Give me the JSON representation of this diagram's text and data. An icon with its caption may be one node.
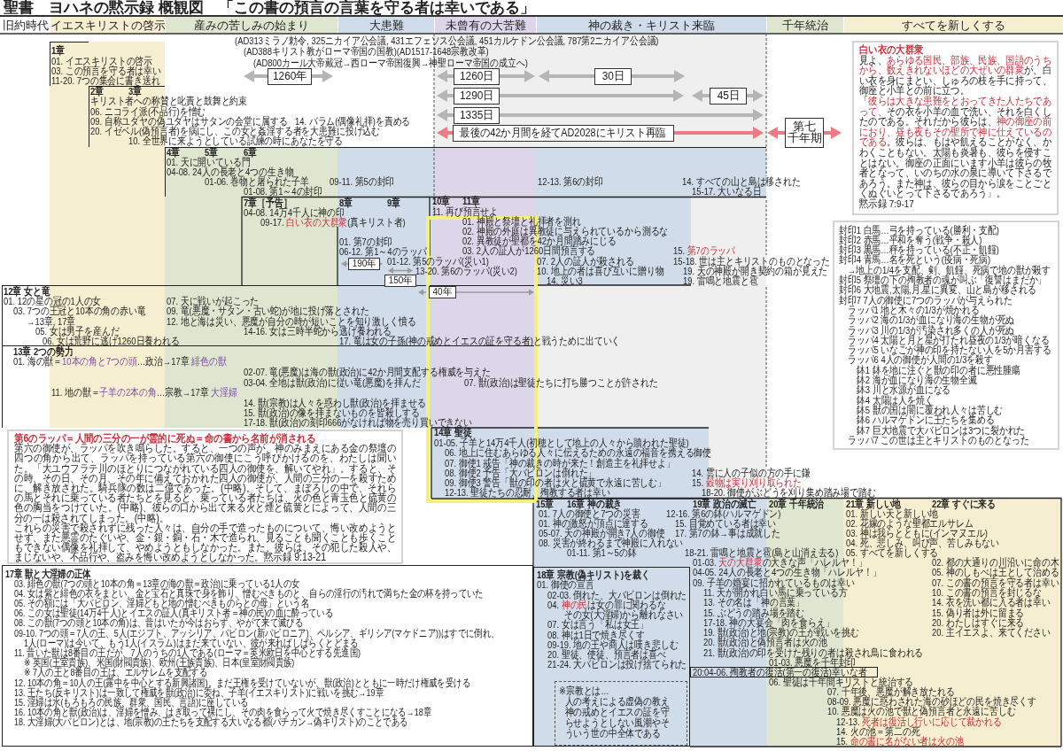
{
  "diagram": {
    "title": "聖書　ヨハネの黙示録 概観図　「この書の預言の言葉を守る者は幸いである」",
    "nodes": [
      {
        "text": [
          "旧約時代"
        ]
      },
      {
        "text": [
          "イエスキリストの啓示"
        ]
      },
      {
        "text": [
          "産みの苦しみの始まり"
        ]
      },
      {
        "text": [
          "大患難"
        ]
      },
      {
        "text": [
          "未曾有の大苦難"
        ]
      },
      {
        "text": [
          "神の裁き・キリスト来臨"
        ]
      },
      {
        "text": [
          "千年統治"
        ]
      },
      {
        "text": [
          "すべてを新しくする"
        ]
      },
      {
        "text": [
          "1260年"
        ]
      },
      {
        "text": [
          "1260日"
        ]
      },
      {
        "text": [
          "1290日"
        ]
      },
      {
        "text": [
          "1335日"
        ]
      },
      {
        "text": [
          "30日"
        ]
      },
      {
        "text": [
          "45日"
        ]
      },
      {
        "text": [
          "最後の42か月間を経てAD2028にキリスト再臨"
        ]
      },
      {
        "text": [
          "第七",
          "千年期"
        ]
      },
      {
        "text": [
          "1章",
          "01. イエスキリストの啓示",
          "03. この預言を守る者は幸い",
          "11-20. 7つの集会に書き送れ"
        ]
      },
      {
        "text": [
          "2章",
          "3章",
          "キリスト者への称賛と叱責と鼓舞と約束",
          "06. ニコライ派(不品行)を憎む",
          "09. 自称ユダヤの偽ユダヤはサタンの会堂に属する",
          "14. バラム(偶像礼拝)を責める",
          "20. イゼベル(偽預言者)を病にし、この女と姦淫する者を大患難に投げ込む",
          "10. 全世界に来ようとしている試練の時にあなたを守る"
        ]
      },
      {
        "text": [
          "4章",
          "5章",
          "6章",
          "01. 天に開いている門",
          "04-08. 24人の長老と4つの生き物",
          "01-06. 巻物と屠られた子羊",
          "09-11. 第5の封印",
          "12-13. 第6の封印",
          "14. すべての山と島は移された",
          "01-08. 第1～4の封印",
          "15-17. 大いなる日"
        ]
      },
      {
        "text": [
          "190年"
        ]
      },
      {
        "text": [
          "150年"
        ]
      },
      {
        "text": [
          "40年"
        ],
        "in": 22
      },
      {
        "text": [
          "12章 女と竜",
          "01. 12の星の冠の1人の女",
          "07. 天に戦いが起こった",
          "03. 7つの王冠と10本の角の赤い竜",
          "09. 竜(悪魔・サタン・古い蛇)が地に投げ落とされた",
          "→13章, 17章",
          "12. 地と海は災い、悪魔が自分の時が短いことを知り激しく憤る",
          "05. 女は男子を産んだ",
          "14-16. 女は三時半蛇から逃げ養われる",
          "06. 女は荒野に逃げ1260日養われる",
          "17. 竜は女の子孫(神の戒めとイエスの証を守る者)と戦うために出ていく"
        ]
      },
      {
        "text": [
          "13章 2つの勢力",
          "01. 海の獣＝*10本の角と7つの頭*…政治→17章 *緋色の獣*",
          "02-07. 竜(悪魔)は海の獣(政治)に42か月間支配する権威を与えた",
          "03-04. 全地は獣(政治)に従い竜(悪魔)を拝んだ",
          "07. 獣(政治)は聖徒たちに打ち勝つことが許された",
          "11. 地の獣＝*子羊の2本の角*…宗教→17章 *大淫婦*",
          "14. 獣(宗教)は人々を惑わし獣(政治)を拝ませる",
          "15. 獣(政治)の像を拝まないものを皆殺しする",
          "17-18. 獣(政治)の刻印666がなければ物を売り買いできない"
        ]
      },
      {
        "text": [
          "第6のラッパ＝人間の三分の一が霊的に死ぬ＝命の書から名前が消される",
          "第六の御使が、ラッパを吹き鳴らした。すると、一つの声が、神のみまえにある金の祭壇の四つの角から出て、ラッパを持っている第六の御使にこう呼びかけるのを、わたしは聞いた。「大ユウフラテ川のほとりにつながれている四人の御使を、解いてやれ」。すると、その時、その日、その月、その年に備えておかれた四人の御使が、人間の三分の一を殺すために、解き放された。騎兵隊の数は二億であった。(中略)。そして、まぼろしの中で、それらの馬とそれに乗っている者たちとを見ると、乗っている者たちは、火の色と青玉色と硫黄の色の胸当をつけていた。(中略)、彼らの口から出て来る火と煙と硫黄とによって、人間の三分の一は殺されてしまった。(中略)。",
          "これらの災害で殺されずに残った人々は、自分の手で造ったものについて、悔い改めようとせず、また悪霊のたぐいや、金・銀・銅・石・木で造られ、見ることも聞くことも歩くこともできない偶像を礼拝して、やめようともしなかった。また、彼らは、その犯した殺人や、まじないや、不品行や、盗みを悔い改めようとしなかった。黙示録 9:13-21"
        ]
      },
      {
        "text": [
          "白い衣の大群衆",
          "見よ、**あらゆる国民、部族、民族、国語のうちから、数えきれないほどの大ぜいの群衆**が、白い衣を身にまとい、しゅろの枝を手に持って、御座と小羊との前に立つ。",
          "「**彼らは大きな患難をとおってきた人たちであって、**その衣を小羊の血で洗い、それを白くしたのである。それだから彼らは、**神の御座の前におり、昼も夜もその聖所で神に仕えているのである**。彼らは、もはや飢えることがなく、かわくこともない。太陽も炎暑も、彼らを侵すことはない。御座の正面にいます小羊は彼らの牧者となって、いのちの水の泉に導いて下さるであろう。また神は、彼らの目から涙をことごとくぬぐいとって下さるであろう」。",
          "黙示録 7:9-17"
        ]
      },
      {
        "text": [
          "封印1 白馬…弓を持っている(勝利・支配)",
          "封印2 赤馬…平和を奪う(戦争・殺人)",
          "封印3 黒馬…秤を持っている(不正・飢饉)",
          "封印4 青馬…名を死という(疫病・死病)",
          "→地上の1/4を支配、剣、飢饉、死病で地の獣が殺す",
          "封印5 祭壇の下の殉教者の魂が叫ぶ「復讐はまだか」",
          "封印6 大地震,太陽,月,星に異変、山と島が移される",
          "封印7 7人の御使に7つのラッパが与えられた",
          "ラッパ1 地と木々の1/3が焼かれる",
          "ラッパ2 海の1/3が血になり海の生物が死ぬ",
          "ラッパ3 川の1/3が汚染され多くの人が死ぬ",
          "ラッパ4 太陽と月と星が打たれ昼夜の1/3が暗くなる",
          "ラッパ5 いなごが神の印を持たない人を5か月害する",
          "ラッパ6 4人の御使が人間の1/3を殺す",
          "鉢1 鉢を地に注ぐと獣の印の者に悪性腫瘍",
          "鉢2 海が血になり海の生物全滅",
          "鉢3 川と水源が血になる",
          "鉢4 太陽は人を焼く",
          "鉢5 獣の国は闇に覆われ人々は苦しむ",
          "鉢6 ハルマゲドンに王たちを集める",
          "鉢7 巨大地震で大バビロンは3つに裂かれた",
          "ラッパ7 この世は主とキリストのものとなった"
        ]
      },
      {
        "text": [
          "17章 獣と大淫婦の正体",
          "03. 緋色の獣(7つの頭と10本の角＝13章の海の獣＝政治)に乗っている1人の女",
          "04. 女は紫と緋色の衣をまとい、金と宝石と真珠で身を飾り、憎むべきものと、自らの淫行の汚れで満ちた金の杯を持っていた",
          "05. その額には「大バビロン、淫婦どもと地の憎むべきものらとの母」という名",
          "06. この女は聖徒(14万4千人)とイエスの証人(真キリスト者＝神の民)の血に酔っている",
          "08. この獣(7つの頭と10本の角)は、昔はいたが今はおらず、やがて来て滅びる",
          "09-10. 7つの頭＝7人の王、5人(エジプト、アッシリア、バビロン(新バビロニア)、ペルシア、ギリシア(マケドニア))はすでに倒れ、",
          "1人(ローマ)は今いて、もう1人(イスラム)はまだ来ていない、彼が来ればしばらくとどまる",
          "11. 昔いた獣は8番目の王だが、7人のうちの1人である(ローマ＝英米欧日を中心とする先進国)",
          "※ 英国(王室貴族)、米国(財閥貴族)、欧州(王族貴族)、日本(皇室財閥貴族)",
          "※ 7人の王と8番目の王は、エルサレムを支配する",
          "12. 10本の角＝10人の王(露中を中心とする新興諸国)。まだ王権を受けていないが、獣(政治)とともに一時だけ権威を受ける",
          "13. 王たち(反キリスト)は一致して権威を獣(政治)に委ね、子羊(イエスキリスト)に戦いを挑む→19章",
          "15. 淫婦は水(もろもろの民族、群衆、国民、言語)に座している",
          "16. 10本の角と獣(政治)は、淫婦を憎み、はぎ取って裸にし、その肉を食らって火で焼き尽くすことになる→18章",
          "18. 大淫婦(大バビロン)とは、地(宗教)の王たちを支配する大いなる都(バチカン→偽キリスト)のことである"
        ]
      },
      {
        "text": [
          "18章 宗教(偽キリスト)を裁く",
          "01. 御使の宣言",
          "02-03. 倒れた、大バビロンは倒れた",
          "04. **神の民**は女の罪に関わるな",
          "その女(大淫婦)から離れなさい",
          "07. 女は言う「私は女王」",
          "08. 神は1日で焼き尽くす",
          "09-19. 地の王や商人は嘆き悲しむ",
          "20. 聖徒、使徒、預言者は喜べ",
          "21-24. 大バビロンは投げ捨てられた"
        ]
      },
      {
        "text": [
          "※宗教とは…",
          "人の考えによる虚偽の教え神の戒めとイエスの証を守らせようとしない風潮やそういう世の中全体である"
        ],
        "in": 28
      },
      {
        "text": [
          "20:04-06. 殉教者の復活(第一の復活)幸いな者"
        ]
      }
    ],
    "labels": [
      "(AD313ミラノ勅令, 325ニカイア公会議, 431エフェソス公会議, 451カルケドン公会議, 787第2ニカイア公会議)",
      "(AD388キリスト教がローマ帝国の国教)(AD1517-1648宗教改革)",
      "(AD800カール大帝戴冠→西ローマ帝国復興→神聖ローマ帝国の成立へ)",
      "7章［予告］",
      "04-08. 14万4千人に神の印",
      "09-17. **白い衣の大群衆**(真キリスト者)",
      "8章",
      "9章",
      "01. 第7の封印",
      "06-12. 第1～4のラッパ",
      "01-12. 第5のラッパ(災い1)",
      "13-20. 第6のラッパ(災い2)",
      "10章",
      "11章",
      "11. 再び預言せよ",
      "01. 神殿と祭壇と礼拝者を測れ",
      "02. 神殿の外庭は異教徒に与えられているから測るな",
      "02. 異教徒が聖都を42か月間踏みにじる",
      "03. 2人の証人が1260日間預言する",
      "15. **第7のラッパ**",
      "07. 2人の証人が殺される",
      "15-18. 世は主とキリストのものとなった",
      "10. 地上の者は喜び互いに贈り物",
      "19. 天の神殿が開き契約の箱が見えた",
      "14. 災い3",
      "19. 雷鳴と地震と雹",
      "14章 聖徒",
      "01-05. 子羊と14万4千人(初穂として地上の人々から贖われた聖徒)",
      "06. 地上に住むあらゆる人々に伝えるための永遠の福音を携える御使",
      "07. 御使1 戒告「神の裁きの時が来た！創造主を礼拝せよ」",
      "08. 御使2 予告「大バビロンは倒れた」",
      "14. 雲に人の子似の方の手に鎌",
      "09. 御使3 警告「獣の印の者は火と硫黄で永遠に苦しむ」",
      "15. **穀物は実り刈り取られた**",
      "12-13. 聖徒たちの忍耐、殉教する者は幸い",
      "18-20. 御使がぶどうを刈り集め踏み場で踏む",
      "15章",
      "16章 神の裁き",
      "01. 7人の御使と7つの災害",
      "12-16. 第6の鉢(ハルマゲドン)",
      "01. 神の激怒が頂点に達する",
      "15. 目覚めている者は幸い",
      "05-07. 天の神殿が開き7人の御使",
      "17. 第7の鉢→事は成就した",
      "08. 災害が終わるまで神殿に入れない",
      "01-11. 第1～5の鉢",
      "18-21. 雷鳴と地震と雹(島と山消え去る)",
      "19章 政治の滅亡",
      "01-03. **天の大群衆**の大きな声「ハレルヤ！」",
      "04-05. 24人の長老と4つの生き物「ハレルヤ！」",
      "09. 子羊の婚宴に招かれているものは幸い",
      "11. 天が開かれ白い馬に乗っている方",
      "13. その名は「神の言葉」",
      "15. ぶどうの踏み場を踏む",
      "17-18. 神の大宴会「肉を食らえ」",
      "19. 獣(政治)と地(宗教)の王が戦いを挑む",
      "20. 獣(政治)と偽預言者は火の池",
      "21. 獣(政治)の印を受けた残りの者は殺され鳥に食われる",
      "20章 千年統治",
      "01-03. 悪魔を千年封印",
      "06. 聖徒は千年間キリストと統治する",
      "07. 千年後、悪魔が解き放たれる",
      "08-09. 悪魔に惑わされた海の砂ほどの民を焼き尽くす",
      "10. 悪魔は火の池で獣と偽預言者と永遠に苦しむ",
      "12-13. **死者は復活し行いに応じて裁かれる**",
      "14. 火の池＝第二の死",
      "15. **命の書に名がない者は火の池**",
      "21章 新しい地",
      "22章 すぐに来る",
      "01. 新しい天と新しい地",
      "02. 花嫁のような聖都エルサレム",
      "03. 神は我らとともに(インマヌエル)",
      "04. 死、悲しみ、叫び声、苦しみもない",
      "05. すべてを新しくする",
      "02. 都の大通りの川沿いに命の木",
      "05. 神のしもべは王として治める",
      "07. この書の預言を守る者は幸い",
      "10. この書の預言を封じるな",
      "14. 衣を洗い都に入る者は幸い",
      "15. 偽り者は外に留まる",
      "20. わたしはすぐに来る",
      "20. 主イエスよ、来てください"
    ]
  }
}
